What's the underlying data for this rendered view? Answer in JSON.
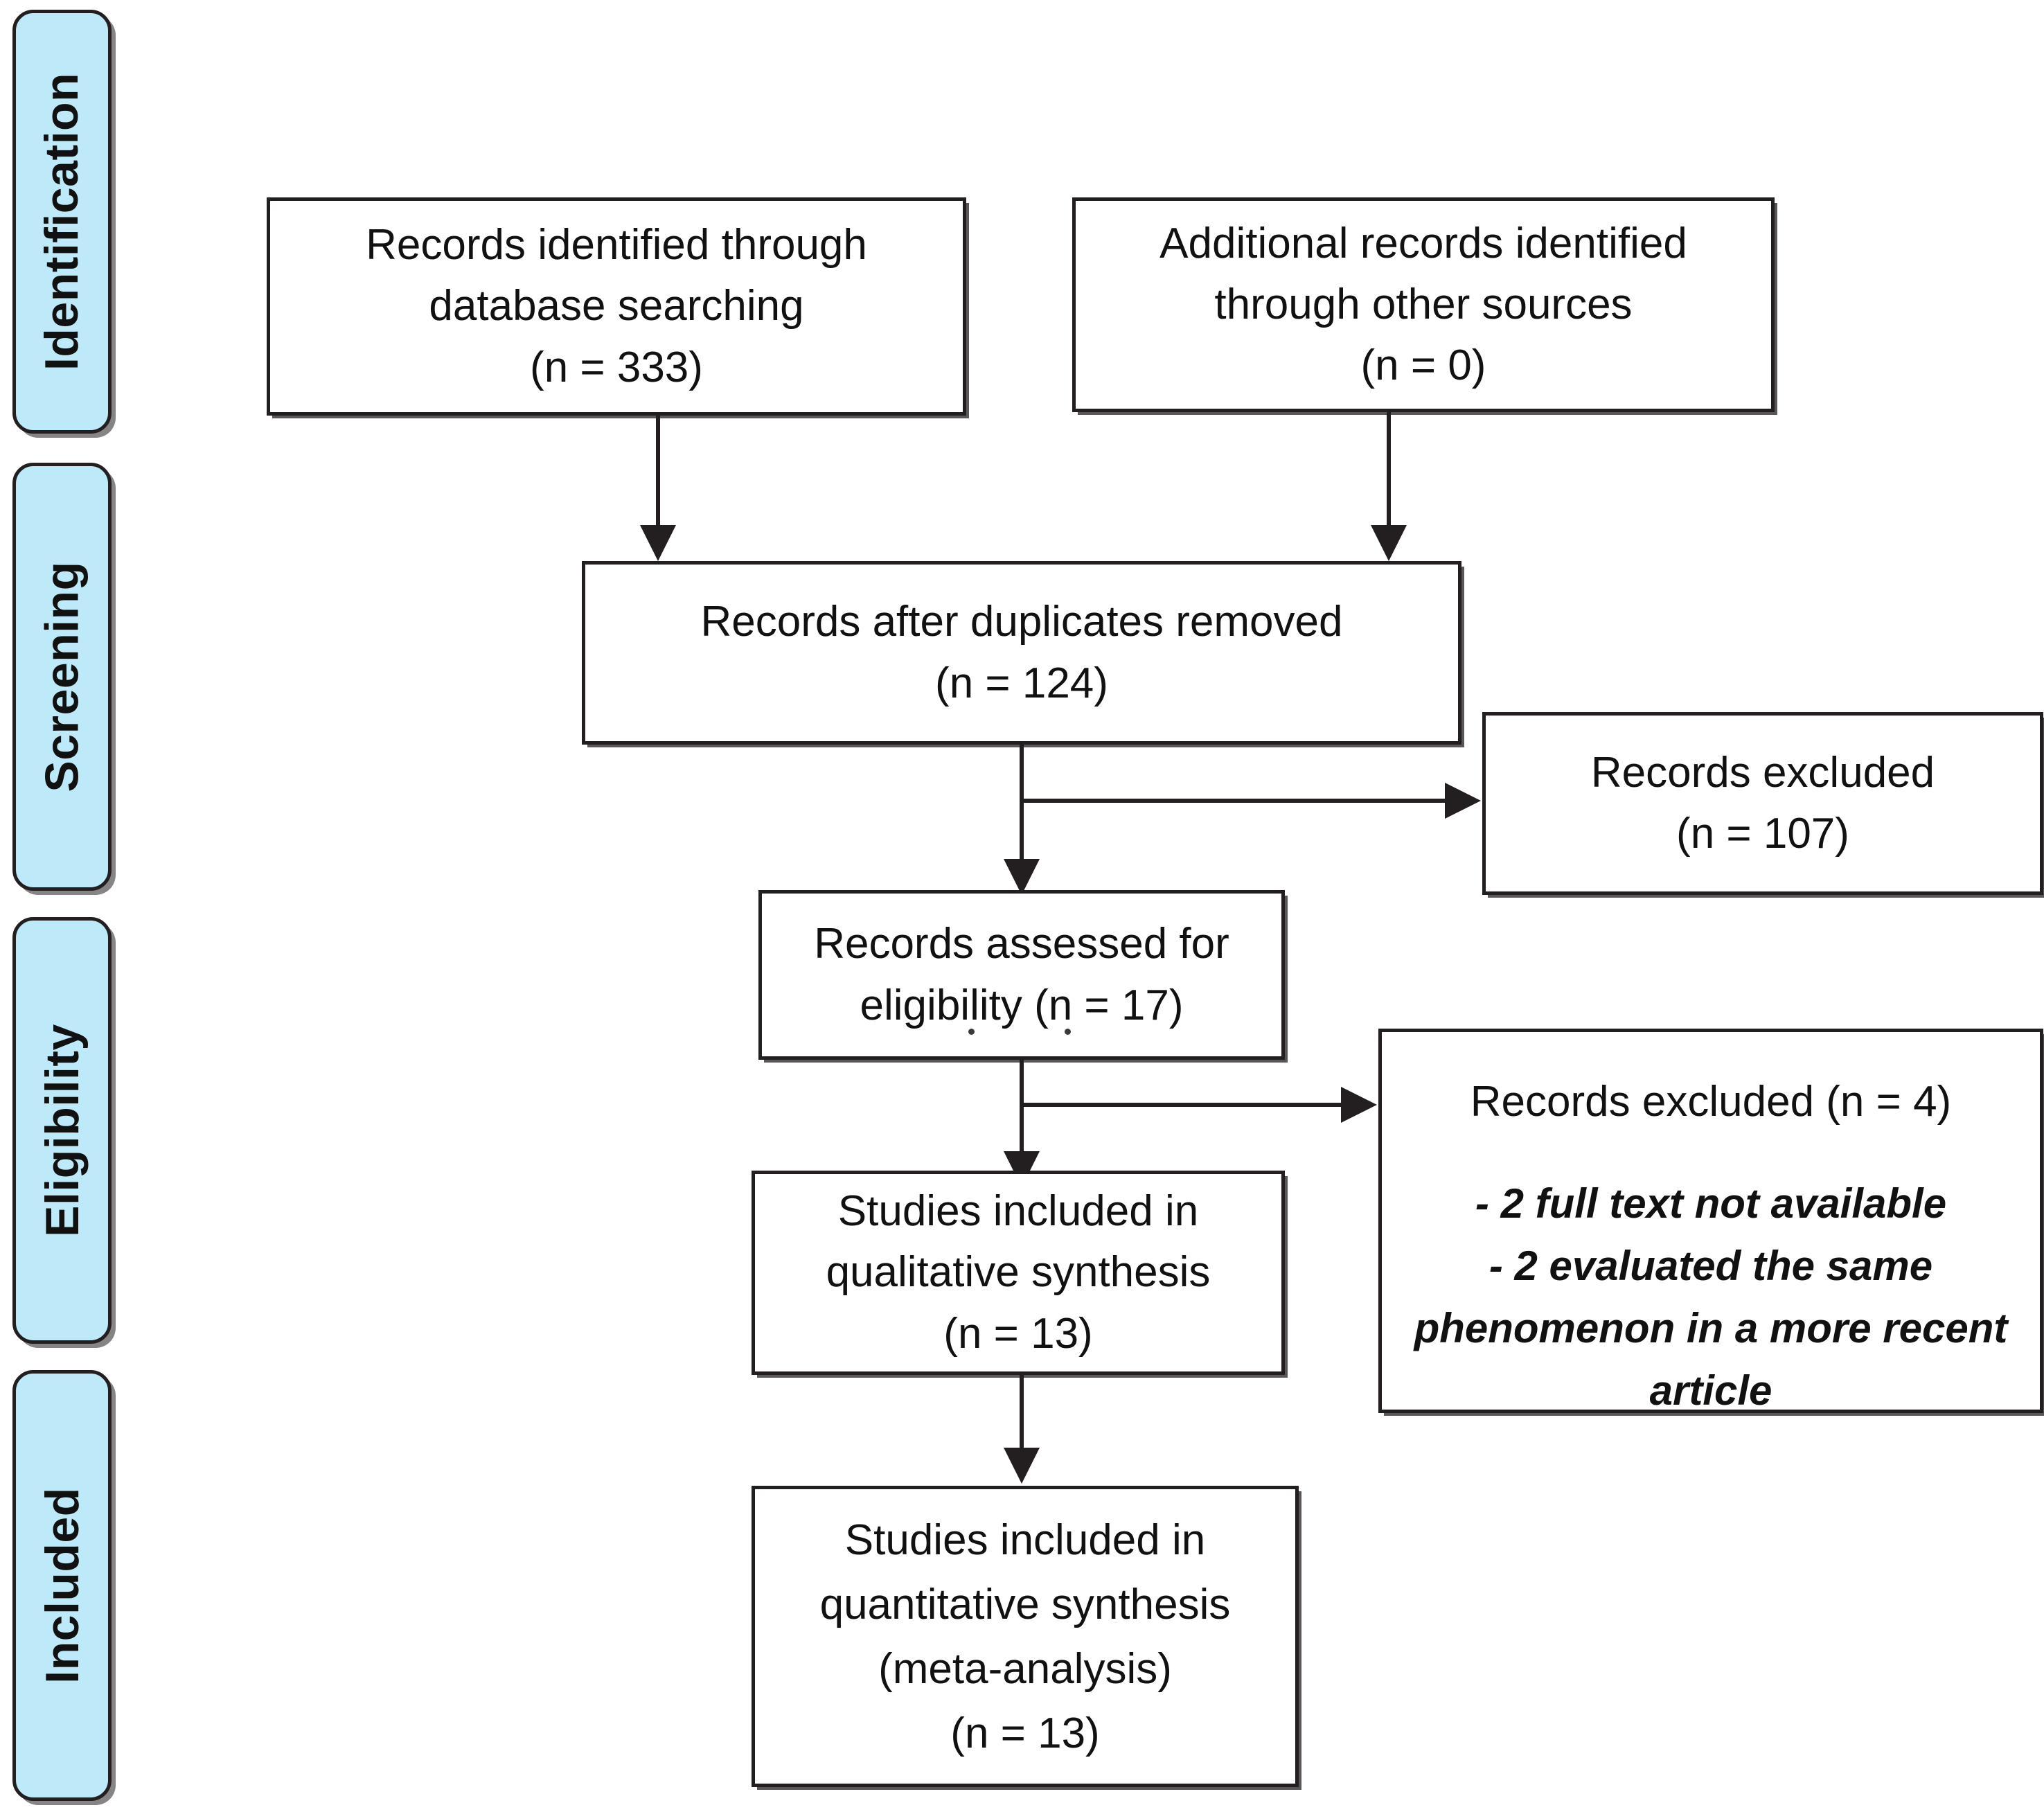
{
  "figure": {
    "type": "prisma-flow-diagram",
    "accent_color": "#bde9f8",
    "line_color": "#231f20"
  },
  "stages": [
    {
      "label": "Identification"
    },
    {
      "label": "Screening"
    },
    {
      "label": "Eligibility"
    },
    {
      "label": "Included"
    }
  ],
  "boxes": {
    "db_search": {
      "lines": [
        "Records identified through",
        "database searching",
        "(n = 333)"
      ],
      "count": 333
    },
    "other_sources": {
      "lines": [
        "Additional records identified",
        "through other sources",
        "(n = 0)"
      ],
      "count": 0
    },
    "duplicates_removed": {
      "lines": [
        "Records after duplicates removed",
        "(n = 124)"
      ],
      "count": 124
    },
    "records_excluded_screening": {
      "lines": [
        "Records excluded",
        "(n = 107)"
      ],
      "count": 107
    },
    "assessed_eligibility": {
      "lines": [
        "Records assessed for",
        "eligibility (n = 17)"
      ],
      "count": 17
    },
    "records_excluded_eligibility": {
      "heading": "Records excluded (n = 4)",
      "count": 4,
      "reasons": [
        "- 2 full text not available",
        "- 2 evaluated the same phenomenon in a more recent article"
      ]
    },
    "qualitative_synthesis": {
      "lines": [
        "Studies included in",
        "qualitative synthesis",
        "(n = 13)"
      ],
      "count": 13
    },
    "quantitative_synthesis": {
      "lines": [
        "Studies included in",
        "quantitative synthesis",
        "(meta-analysis)",
        "(n = 13)"
      ],
      "count": 13
    }
  },
  "chart_data": {
    "type": "diagram",
    "title": "PRISMA flow diagram",
    "nodes": [
      {
        "id": "db_search",
        "stage": "Identification",
        "label": "Records identified through database searching",
        "n": 333
      },
      {
        "id": "other_sources",
        "stage": "Identification",
        "label": "Additional records identified through other sources",
        "n": 0
      },
      {
        "id": "duplicates_removed",
        "stage": "Screening",
        "label": "Records after duplicates removed",
        "n": 124
      },
      {
        "id": "records_excluded_screening",
        "stage": "Screening",
        "label": "Records excluded",
        "n": 107
      },
      {
        "id": "assessed_eligibility",
        "stage": "Eligibility",
        "label": "Records assessed for eligibility",
        "n": 17
      },
      {
        "id": "records_excluded_eligibility",
        "stage": "Eligibility",
        "label": "Records excluded",
        "n": 4
      },
      {
        "id": "qualitative_synthesis",
        "stage": "Included",
        "label": "Studies included in qualitative synthesis",
        "n": 13
      },
      {
        "id": "quantitative_synthesis",
        "stage": "Included",
        "label": "Studies included in quantitative synthesis (meta-analysis)",
        "n": 13
      }
    ],
    "edges": [
      {
        "from": "db_search",
        "to": "duplicates_removed"
      },
      {
        "from": "other_sources",
        "to": "duplicates_removed"
      },
      {
        "from": "duplicates_removed",
        "to": "records_excluded_screening"
      },
      {
        "from": "duplicates_removed",
        "to": "assessed_eligibility"
      },
      {
        "from": "assessed_eligibility",
        "to": "records_excluded_eligibility"
      },
      {
        "from": "assessed_eligibility",
        "to": "qualitative_synthesis"
      },
      {
        "from": "qualitative_synthesis",
        "to": "quantitative_synthesis"
      }
    ]
  }
}
